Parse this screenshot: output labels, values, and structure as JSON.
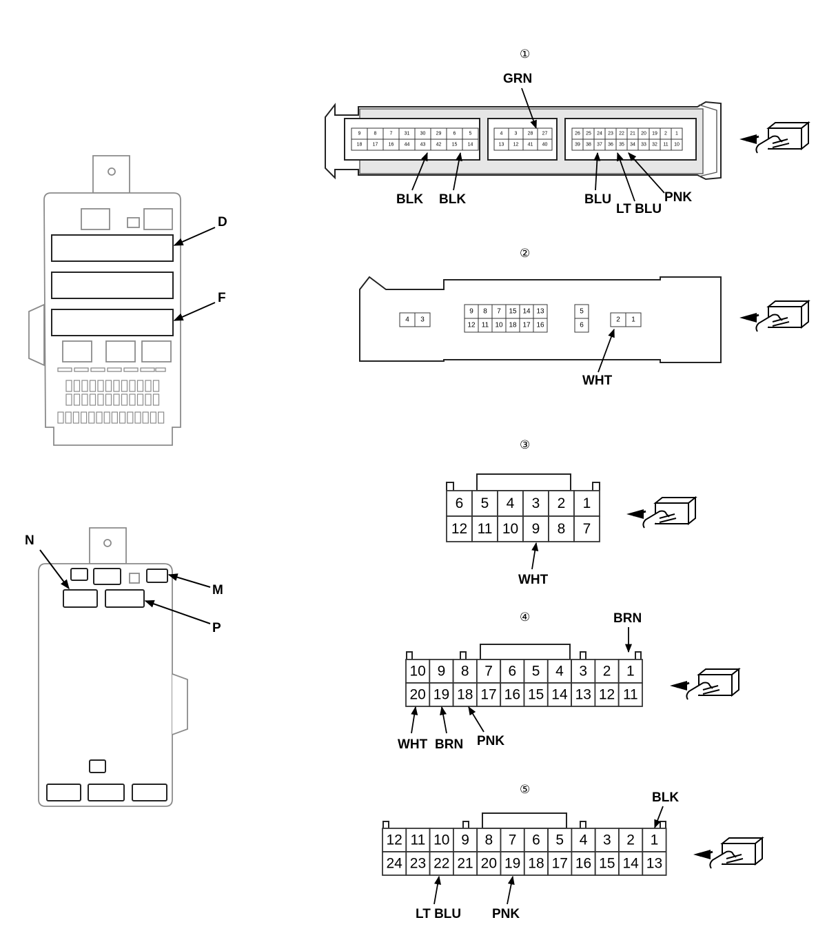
{
  "fuse_box_labels": {
    "D": "D",
    "F": "F",
    "N": "N",
    "M": "M",
    "P": "P"
  },
  "connector_markers": [
    "①",
    "②",
    "③",
    "④",
    "⑤"
  ],
  "connector1": {
    "top_labels": [
      "GRN"
    ],
    "bottom_labels": [
      "BLK",
      "BLK",
      "BLU",
      "LT BLU",
      "PNK"
    ],
    "block_a_top": [
      "9",
      "8",
      "7",
      "31",
      "30",
      "29",
      "6",
      "5"
    ],
    "block_a_bot": [
      "18",
      "17",
      "16",
      "44",
      "43",
      "42",
      "15",
      "14"
    ],
    "block_b_top": [
      "4",
      "3",
      "28",
      "27"
    ],
    "block_b_bot": [
      "13",
      "12",
      "41",
      "40"
    ],
    "block_c_top": [
      "26",
      "25",
      "24",
      "23",
      "22",
      "21",
      "20",
      "19",
      "2",
      "1"
    ],
    "block_c_bot": [
      "39",
      "38",
      "37",
      "36",
      "35",
      "34",
      "33",
      "32",
      "11",
      "10"
    ]
  },
  "connector2": {
    "label": "WHT",
    "pair": [
      "4",
      "3"
    ],
    "grid_top": [
      "9",
      "8",
      "7",
      "15",
      "14",
      "13"
    ],
    "grid_bot": [
      "12",
      "11",
      "10",
      "18",
      "17",
      "16"
    ],
    "vertical": [
      "5",
      "6"
    ],
    "pair2": [
      "2",
      "1"
    ]
  },
  "connector3": {
    "top": [
      "6",
      "5",
      "4",
      "3",
      "2",
      "1"
    ],
    "bottom": [
      "12",
      "11",
      "10",
      "9",
      "8",
      "7"
    ],
    "label": "WHT"
  },
  "connector4": {
    "top": [
      "10",
      "9",
      "8",
      "7",
      "6",
      "5",
      "4",
      "3",
      "2",
      "1"
    ],
    "bottom": [
      "20",
      "19",
      "18",
      "17",
      "16",
      "15",
      "14",
      "13",
      "12",
      "11"
    ],
    "top_label": "BRN",
    "bottom_labels": [
      "WHT",
      "BRN",
      "PNK"
    ]
  },
  "connector5": {
    "top": [
      "12",
      "11",
      "10",
      "9",
      "8",
      "7",
      "6",
      "5",
      "4",
      "3",
      "2",
      "1"
    ],
    "bottom": [
      "24",
      "23",
      "22",
      "21",
      "20",
      "19",
      "18",
      "17",
      "16",
      "15",
      "14",
      "13"
    ],
    "top_label": "BLK",
    "bottom_labels": [
      "LT BLU",
      "PNK"
    ]
  },
  "icons": [
    "terminal-side-view-icon"
  ]
}
